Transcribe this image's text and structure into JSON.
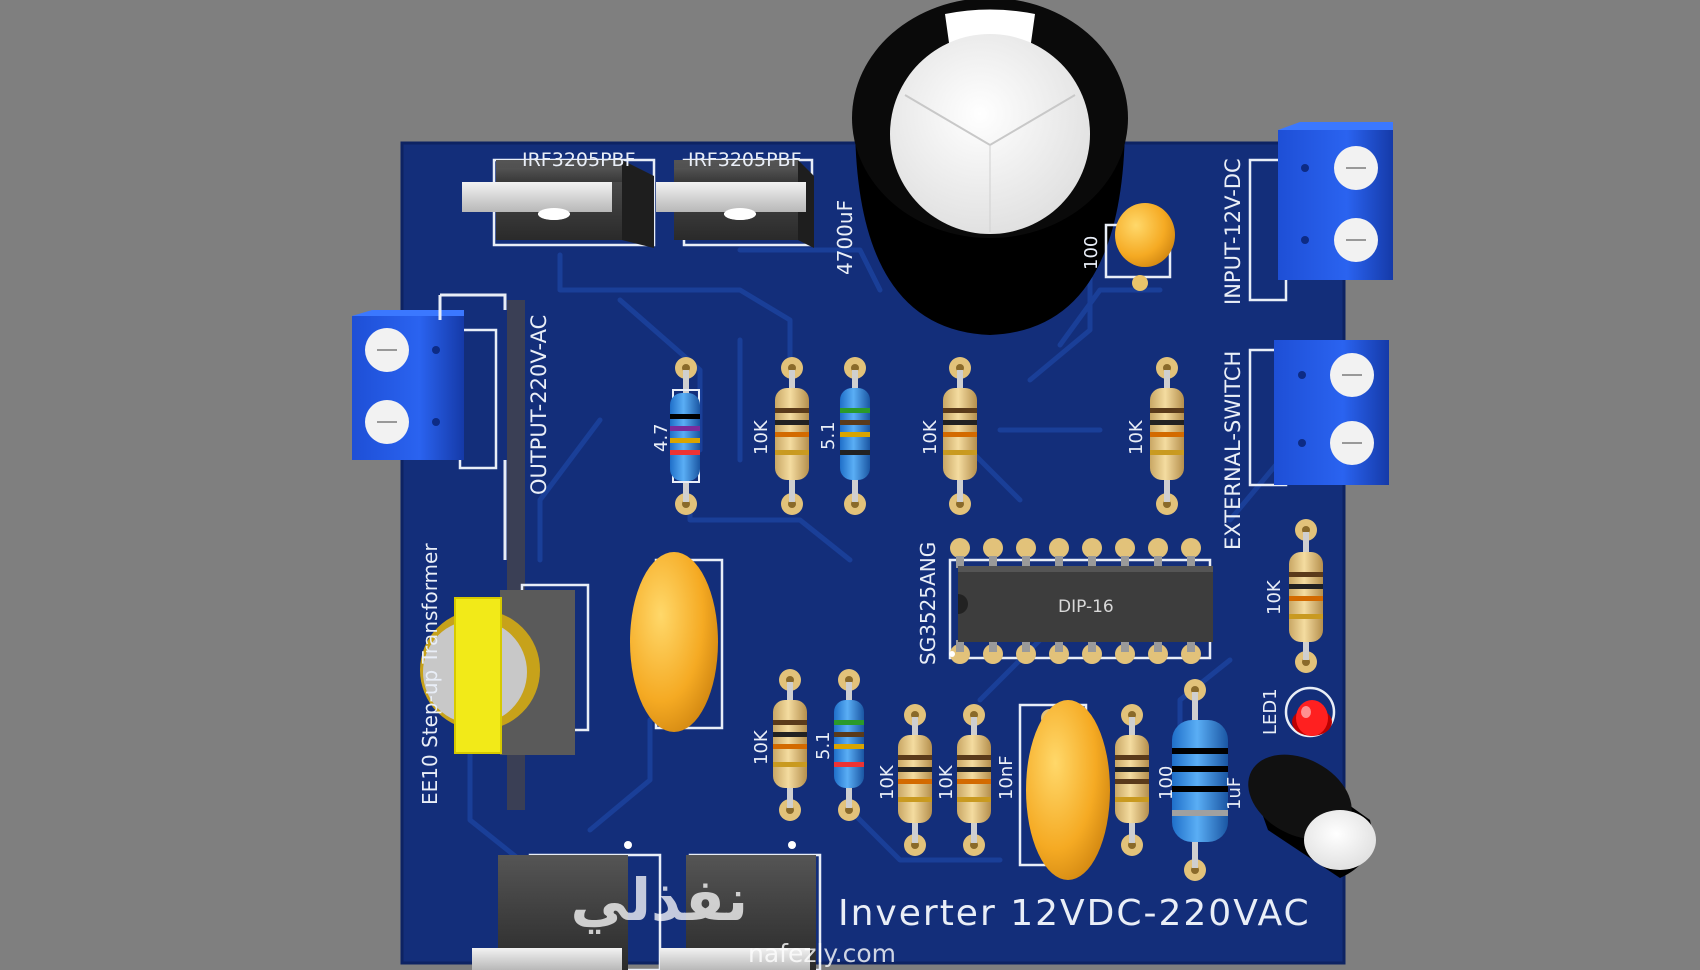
{
  "scene": {
    "background": "#7f7f7f",
    "board_color": "#132e7a",
    "trace_color": "#1a3f98",
    "silk_color": "#e9eef7"
  },
  "labels": {
    "mosfet_top": "IRF3205PBF",
    "cap_main": "4700uF",
    "cap_100": "100",
    "input_dc": "INPUT-12V-DC",
    "output_ac": "OUTPUT-220V-AC",
    "external_switch": "EXTERNAL-SWITCH",
    "transformer": "EE10 Step-up Transformer",
    "ic_name": "SG3525ANG",
    "ic_package": "DIP-16",
    "led": "LED1",
    "cap_10nf": "10nF",
    "cap_1uf": "1uF",
    "board_title": "Inverter 12VDC-220VAC",
    "watermark_brand": "نفذلي",
    "watermark_url": "nafezly.com"
  },
  "resistors": {
    "r47": "4.7",
    "r10k": "10K",
    "r51": "5.1",
    "r100": "100"
  }
}
